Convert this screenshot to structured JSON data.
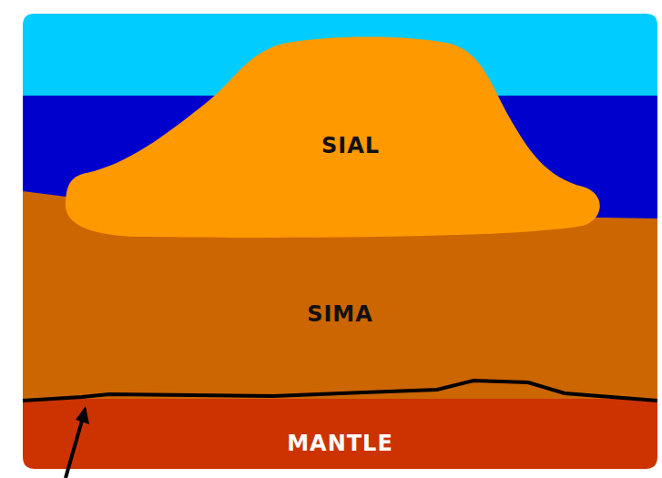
{
  "diagram": {
    "nodes": [
      {
        "text": [
          "SIAL"
        ]
      },
      {
        "text": [
          "SIMA"
        ]
      },
      {
        "text": [
          "MANTLE"
        ]
      }
    ]
  }
}
